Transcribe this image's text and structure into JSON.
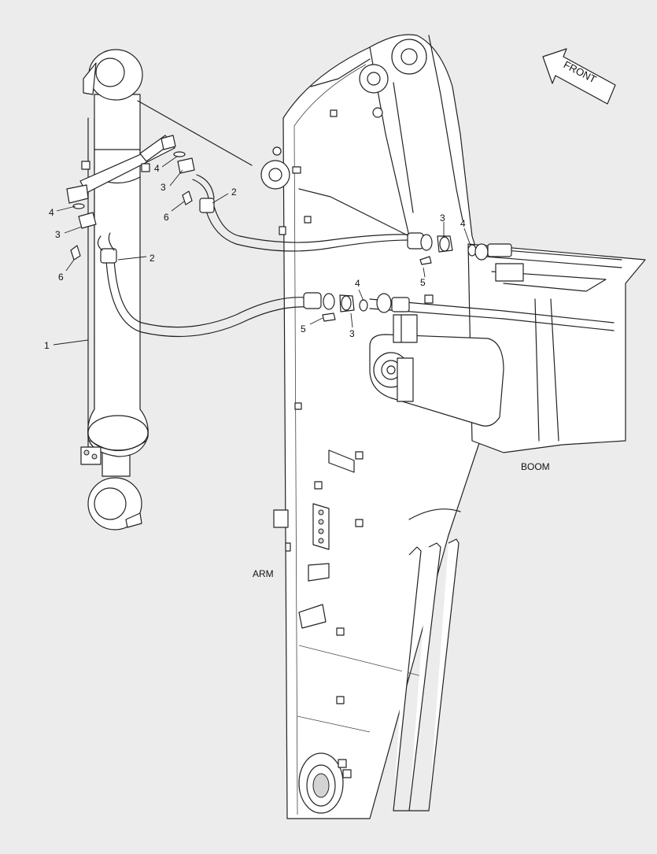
{
  "labels": {
    "front": "FRONT",
    "boom": "BOOM",
    "arm": "ARM"
  },
  "callouts": {
    "c1": "1",
    "c2a": "2",
    "c2b": "2",
    "c3a": "3",
    "c3b": "3",
    "c3c": "3",
    "c3d": "3",
    "c4a": "4",
    "c4b": "4",
    "c4c": "4",
    "c4d": "4",
    "c5a": "5",
    "c5b": "5",
    "c6a": "6",
    "c6b": "6"
  },
  "colors": {
    "background": "#ececec",
    "line": "#222222",
    "fill": "#ffffff"
  }
}
